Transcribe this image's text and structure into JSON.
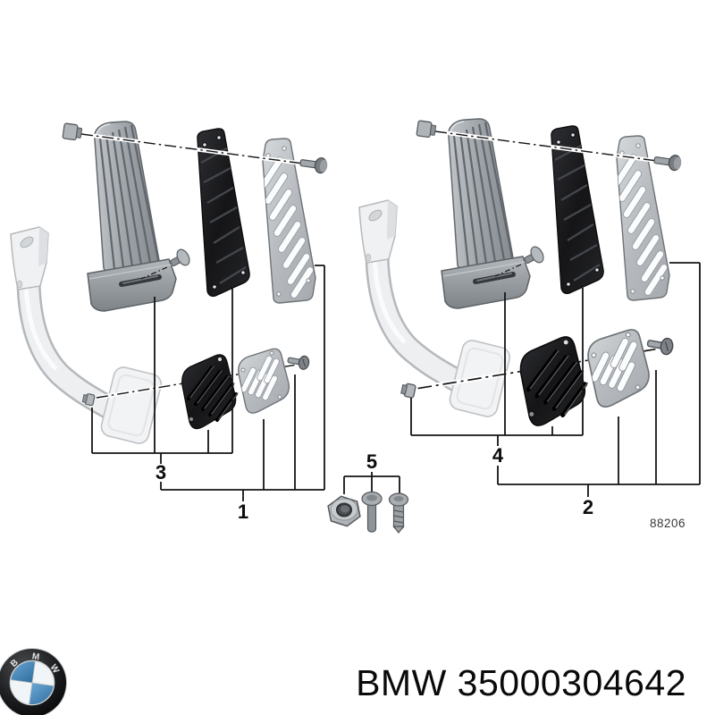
{
  "diagram": {
    "callouts": {
      "c1": "1",
      "c2": "2",
      "c3": "3",
      "c4": "4",
      "c5": "5"
    },
    "drawing_number": "88206"
  },
  "footer": {
    "caption": "BMW 35000304642",
    "logo_letters": [
      "B",
      "M",
      "W"
    ],
    "logo_blue": "#4e93c5",
    "logo_ring": "#17181a"
  }
}
